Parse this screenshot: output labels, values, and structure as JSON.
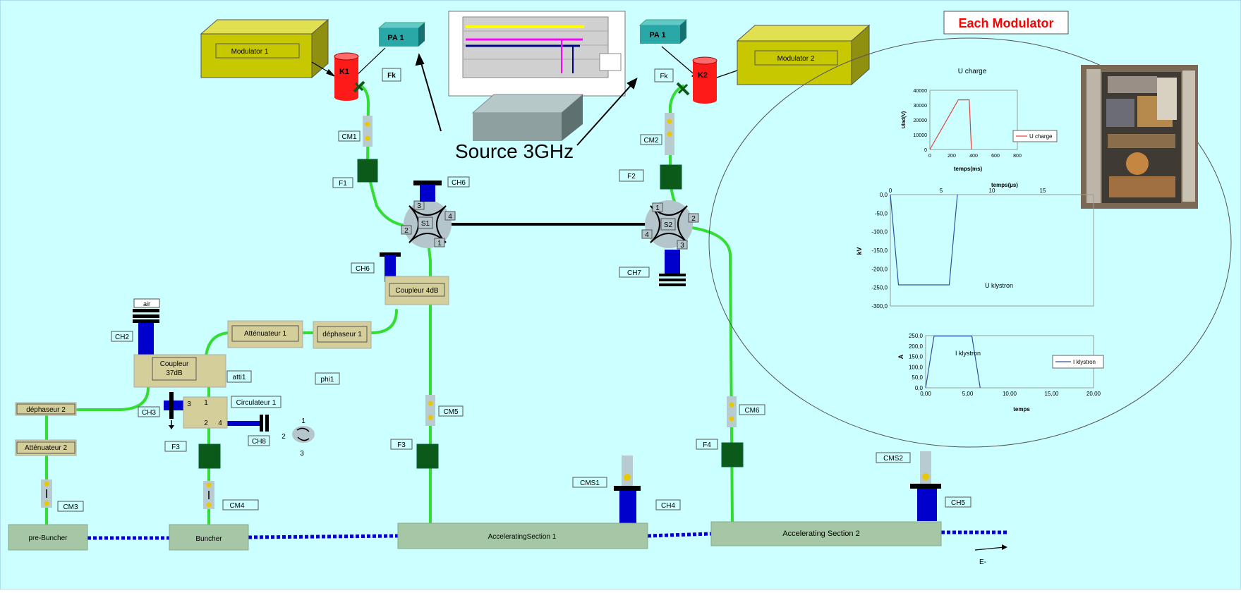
{
  "colors": {
    "background": "#ccffff",
    "waveguide": "#33dd33",
    "beam": "#0000cc",
    "box": "#d4cf9a",
    "modulator": "#c8c800",
    "klystron": "#ff1a1a",
    "pa": "#2aa7a7",
    "filter": "#0b5a1a",
    "load": "#0000cc",
    "section": "#a6c7a6",
    "splitter": "#b4c6cc",
    "monitor": "#b7cbd0"
  },
  "modulators": {
    "mod1": "Modulator 1",
    "mod2": "Modulator 2"
  },
  "amplifiers": {
    "pa1": "PA 1",
    "pa2": "PA 1"
  },
  "klystrons": {
    "k1": "K1",
    "k2": "K2"
  },
  "source_label": "Source 3GHz",
  "tags": {
    "fk1": "Fk",
    "fk2": "Fk",
    "cm1": "CM1",
    "cm2": "CM2",
    "cm3": "CM3",
    "cm4": "CM4",
    "cm5": "CM5",
    "cm6": "CM6",
    "f1": "F1",
    "f2": "F2",
    "f3a": "F3",
    "f3b": "F3",
    "f4": "F4",
    "ch2": "CH2",
    "ch3": "CH3",
    "ch6a": "CH6",
    "ch6b": "CH6",
    "ch7": "CH7",
    "ch8": "CH8",
    "ch4": "CH4",
    "ch5": "CH5",
    "cms1": "CMS1",
    "cms2": "CMS2",
    "air": "air",
    "atti1": "atti1",
    "phi1": "phi1"
  },
  "splitters": {
    "s1": "S1",
    "s2": "S2"
  },
  "ports": {
    "s1_1": "1",
    "s1_2": "2",
    "s1_3": "3",
    "s1_4": "4",
    "s2_1": "1",
    "s2_2": "2",
    "s2_3": "3",
    "s2_4": "4",
    "circ_1": "1",
    "circ_2": "2",
    "circ_3": "3",
    "circ_4": "4",
    "legend_1": "1",
    "legend_2": "2",
    "legend_3": "3"
  },
  "components": {
    "coupleur4db": "Coupleur 4dB",
    "attenuateur1": "Atténuateur 1",
    "dephaseur1": "déphaseur 1",
    "coupleur37_l1": "Coupleur",
    "coupleur37_l2": "37dB",
    "circulateur": "Circulateur 1",
    "dephaseur2": "déphaseur 2",
    "attenuateur2": "Atténuateur 2"
  },
  "beamline": {
    "prebuncher": "pre-Buncher",
    "buncher": "Buncher",
    "section1": "AcceleratingSection 1",
    "section2": "Accelerating Section 2",
    "electron": "E-"
  },
  "inset": {
    "title": "Each Modulator"
  },
  "chart_data": [
    {
      "type": "line",
      "title": "U charge",
      "xlabel": "temps(ms)",
      "ylabel": "Ulad(V)",
      "xticks": [
        0,
        200,
        400,
        600,
        800
      ],
      "yticks": [
        0,
        10000,
        20000,
        30000,
        40000
      ],
      "xlim": [
        0,
        800
      ],
      "ylim": [
        0,
        40000
      ],
      "series": [
        {
          "name": "U charge",
          "x": [
            0,
            260,
            360,
            380
          ],
          "y": [
            0,
            33500,
            33500,
            0
          ]
        }
      ],
      "legend": "right"
    },
    {
      "type": "line",
      "xlabel": "temps(µs)",
      "ylabel": "kV",
      "annotation": "U klystron",
      "xticks": [
        0,
        5,
        10,
        15
      ],
      "yticks": [
        "0,0",
        "-50,0",
        "-100,0",
        "-150,0",
        "-200,0",
        "-250,0",
        "-300,0"
      ],
      "xlim": [
        0,
        20
      ],
      "ylim": [
        -300,
        0
      ],
      "series": [
        {
          "name": "U klystron",
          "x": [
            0,
            0.8,
            5.8,
            6.6
          ],
          "y": [
            0,
            -243,
            -243,
            0
          ]
        }
      ]
    },
    {
      "type": "line",
      "xlabel": "temps",
      "ylabel": "A",
      "annotation": "I klystron",
      "xticks": [
        "0,00",
        "5,00",
        "10,00",
        "15,00",
        "20,00"
      ],
      "yticks": [
        "0,0",
        "50,0",
        "100,0",
        "150,0",
        "200,0",
        "250,0"
      ],
      "xlim": [
        0,
        20
      ],
      "ylim": [
        0,
        250
      ],
      "series": [
        {
          "name": "I klystron",
          "x": [
            0,
            1,
            5.5,
            6.5
          ],
          "y": [
            0,
            248,
            248,
            0
          ]
        }
      ],
      "legend": "right"
    }
  ]
}
